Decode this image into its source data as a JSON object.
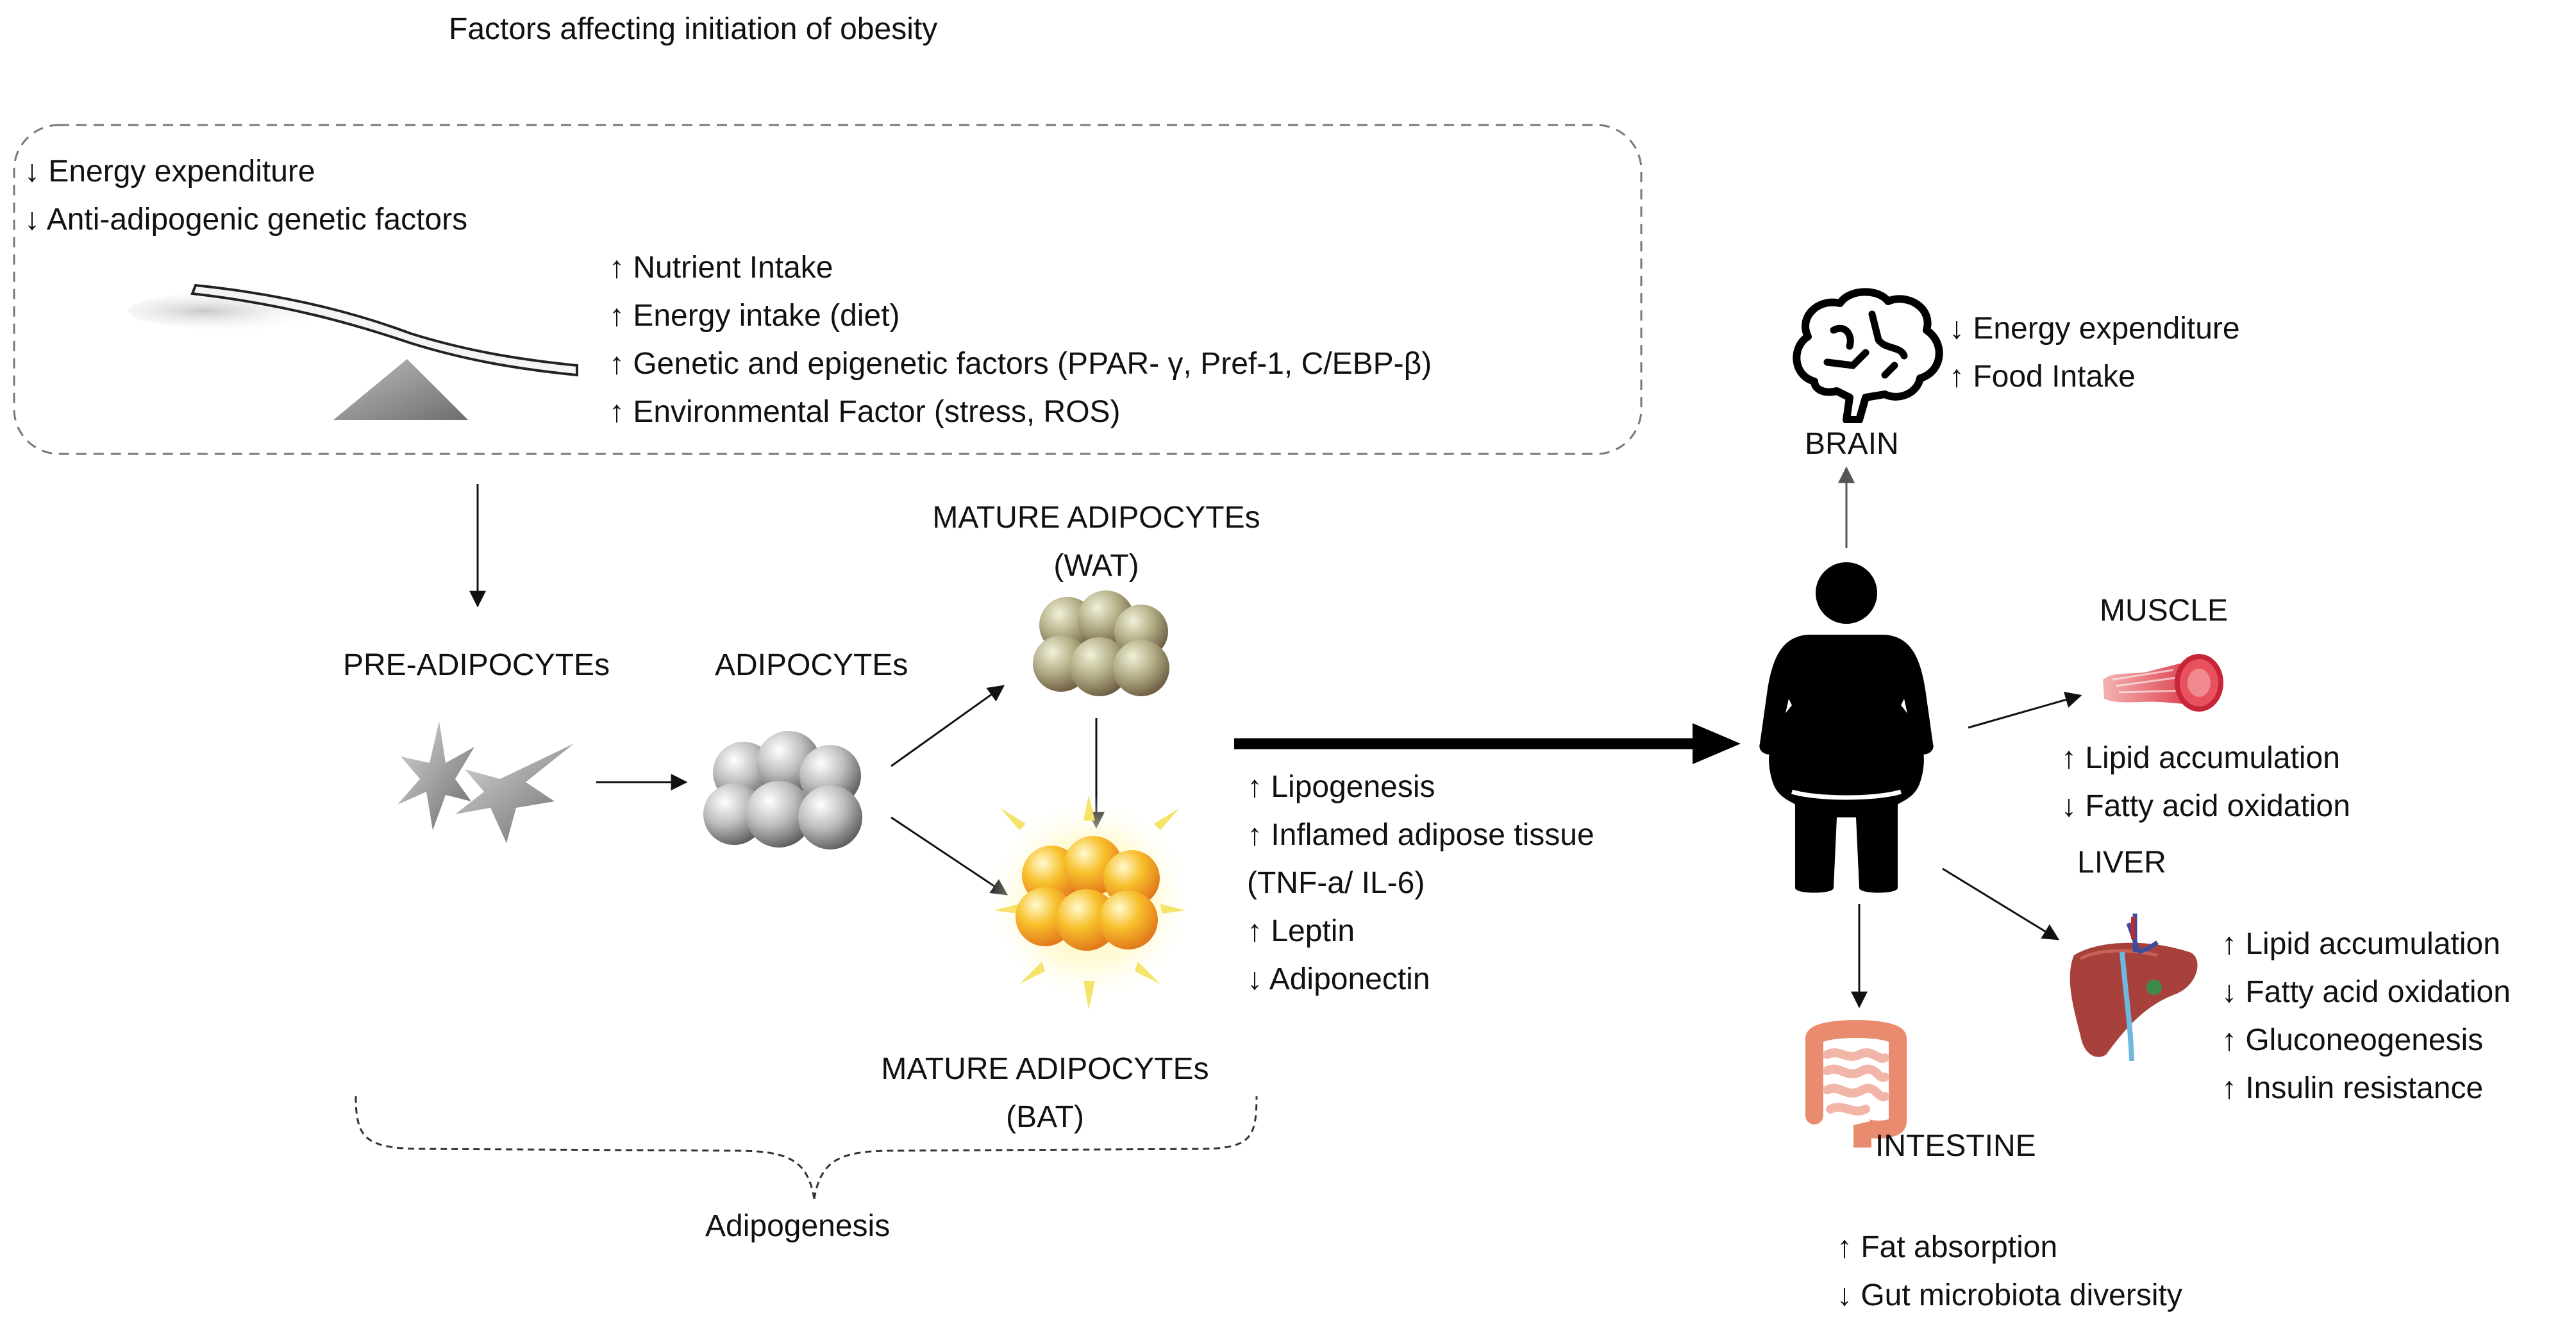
{
  "title": "Factors affecting initiation of obesity",
  "factors_box": {
    "decreased": [
      "↓ Energy expenditure",
      "↓  Anti-adipogenic genetic factors"
    ],
    "increased": [
      "↑ Nutrient Intake",
      "↑ Energy intake (diet)",
      "↑  Genetic and epigenetic factors (PPAR- γ, Pref-1, C/EBP-β)",
      "↑  Environmental Factor (stress, ROS)"
    ]
  },
  "cells": {
    "pre_adipocytes": "PRE-ADIPOCYTEs",
    "adipocytes": "ADIPOCYTEs",
    "mature_wat_line1": "MATURE ADIPOCYTEs",
    "mature_wat_line2": "(WAT)",
    "mature_bat_line1": "MATURE ADIPOCYTEs",
    "mature_bat_line2": "(BAT)"
  },
  "adipogenesis_label": "Adipogenesis",
  "adipose_effects": [
    "↑  Lipogenesis",
    "↑  Inflamed adipose tissue",
    "    (TNF-a/ IL-6)",
    "↑  Leptin",
    "↓   Adiponectin"
  ],
  "organs": {
    "brain": {
      "label": "BRAIN",
      "effects": [
        "↓ Energy expenditure",
        "↑ Food Intake"
      ]
    },
    "muscle": {
      "label": "MUSCLE",
      "effects": [
        "↑ Lipid accumulation",
        "↓ Fatty acid oxidation"
      ]
    },
    "liver": {
      "label": "LIVER",
      "effects": [
        "↑ Lipid accumulation",
        "↓ Fatty acid oxidation",
        "↑ Gluconeogenesis",
        "↑  Insulin resistance"
      ]
    },
    "intestine": {
      "label": "INTESTINE",
      "effects": [
        "↑ Fat absorption",
        "↓ Gut microbiota diversity"
      ]
    }
  },
  "icons": [
    "seesaw-icon",
    "star-cells-icon",
    "adipocyte-cluster-icon",
    "wat-cluster-icon",
    "bat-cluster-icon",
    "brain-icon",
    "obese-person-icon",
    "muscle-icon",
    "liver-icon",
    "intestine-icon"
  ]
}
